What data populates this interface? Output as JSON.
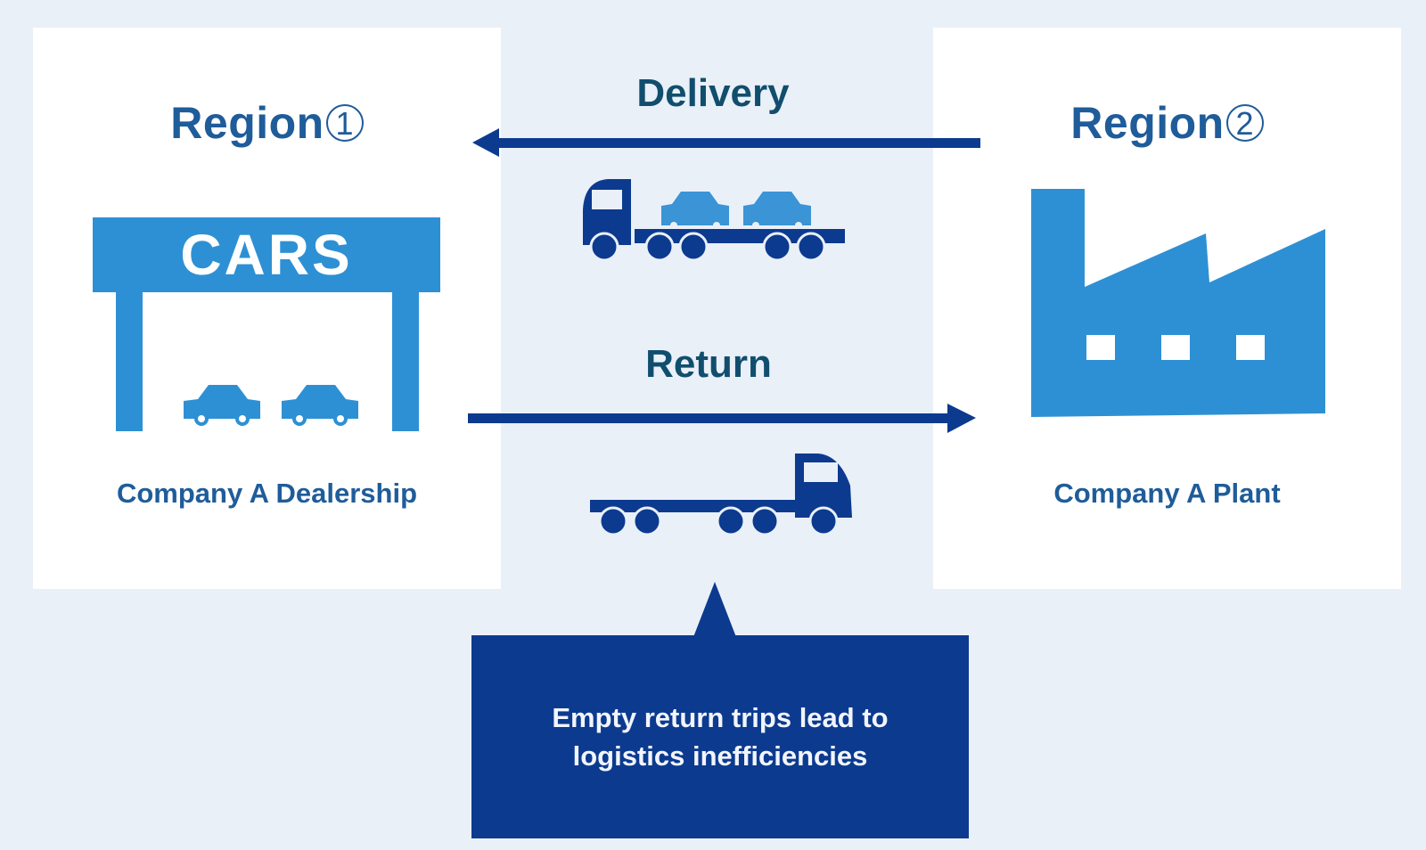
{
  "colors": {
    "background": "#eaf0f8",
    "panel": "#ffffff",
    "title_blue": "#1f5c9a",
    "icon_blue": "#2e90d4",
    "arrow_navy": "#0c3a8f",
    "flow_label": "#114e6e",
    "callout_bg": "#0c3a8f",
    "callout_text": "#f2f5fb"
  },
  "left_panel": {
    "region_name": "Region",
    "region_number": "1",
    "sign_text": "CARS",
    "icon": "car-dealership-icon",
    "company_label": "Company A Dealership"
  },
  "right_panel": {
    "region_name": "Region",
    "region_number": "2",
    "icon": "factory-icon",
    "company_label": "Company A Plant"
  },
  "flows": {
    "delivery": {
      "label": "Delivery",
      "direction": "right-to-left",
      "icon": "loaded-car-carrier-truck-icon"
    },
    "return": {
      "label": "Return",
      "direction": "left-to-right",
      "icon": "empty-car-carrier-truck-icon"
    }
  },
  "callout": {
    "text": "Empty return trips lead to\nlogistics inefficiencies"
  }
}
